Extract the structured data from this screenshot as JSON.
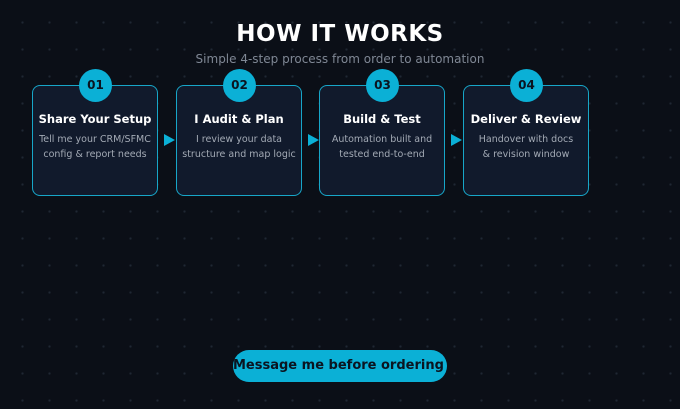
{
  "header": {
    "title": "HOW IT WORKS",
    "subtitle": "Simple 4-step process from order to automation"
  },
  "steps": [
    {
      "number": "01",
      "title": "Share Your Setup",
      "desc_line1": "Tell me your CRM/SFMC",
      "desc_line2": "config & report needs"
    },
    {
      "number": "02",
      "title": "I Audit & Plan",
      "desc_line1": "I review your data",
      "desc_line2": "structure and map logic"
    },
    {
      "number": "03",
      "title": "Build & Test",
      "desc_line1": "Automation built and",
      "desc_line2": "tested end-to-end"
    },
    {
      "number": "04",
      "title": "Deliver & Review",
      "desc_line1": "Handover with docs",
      "desc_line2": "& revision window"
    }
  ],
  "cta": {
    "label": "Message me before ordering →"
  },
  "colors": {
    "background": "#0b0f17",
    "accent": "#0bb0d6",
    "card_background": "#111a2c",
    "card_border": "#17a6c8"
  },
  "icons": {
    "connector": "triangle-right-arrow-icon"
  }
}
